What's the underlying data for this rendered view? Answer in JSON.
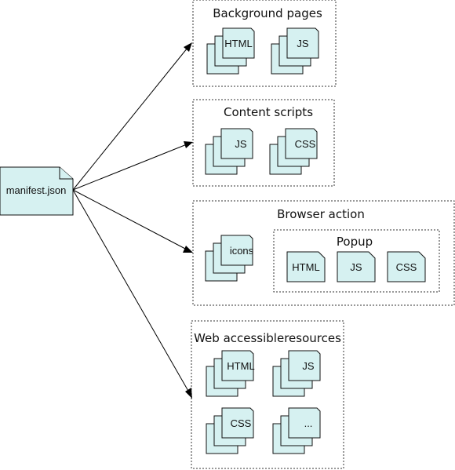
{
  "source_file": {
    "label": "manifest.json",
    "icon": "document-icon"
  },
  "groups": [
    {
      "id": "background",
      "title": "Background pages",
      "items": [
        {
          "label": "HTML",
          "icon": "document-stack-icon"
        },
        {
          "label": "JS",
          "icon": "document-stack-icon"
        }
      ]
    },
    {
      "id": "content",
      "title": "Content scripts",
      "items": [
        {
          "label": "JS",
          "icon": "document-stack-icon"
        },
        {
          "label": "CSS",
          "icon": "document-stack-icon"
        }
      ]
    },
    {
      "id": "browser-action",
      "title": "Browser action",
      "items": [
        {
          "label": "icons",
          "icon": "document-stack-icon"
        }
      ],
      "subgroup": {
        "title": "Popup",
        "items": [
          {
            "label": "HTML",
            "icon": "document-icon"
          },
          {
            "label": "JS",
            "icon": "document-icon"
          },
          {
            "label": "CSS",
            "icon": "document-icon"
          }
        ]
      }
    },
    {
      "id": "web-resources",
      "title": "Web accessibleresources",
      "items": [
        {
          "label": "HTML",
          "icon": "document-stack-icon"
        },
        {
          "label": "JS",
          "icon": "document-stack-icon"
        },
        {
          "label": "CSS",
          "icon": "document-stack-icon"
        },
        {
          "label": "...",
          "icon": "document-stack-icon"
        }
      ]
    }
  ],
  "colors": {
    "document_fill": "#d6f1f1",
    "stroke": "#111111",
    "arrow": "#000000"
  }
}
